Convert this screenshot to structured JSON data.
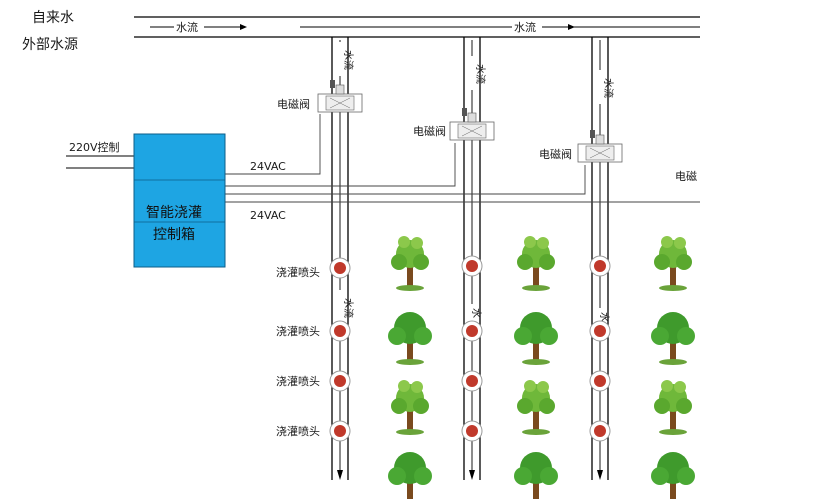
{
  "source": {
    "line1": "自来水",
    "line2": "外部水源"
  },
  "flow_label": "水流",
  "valve_label": "电磁阀",
  "valve_label_cut": "电磁",
  "power_label": "220V控制",
  "voltage_label": "24VAC",
  "controller": {
    "line1": "智能浇灌",
    "line2": "控制箱",
    "color": "#1ea5e3"
  },
  "sprinkler_label": "浇灌喷头",
  "colors": {
    "pipe": "#000000",
    "sprinkler": "#c0392b",
    "tree_foliage": "#5aa82e",
    "tree_trunk": "#7a4a1e"
  }
}
